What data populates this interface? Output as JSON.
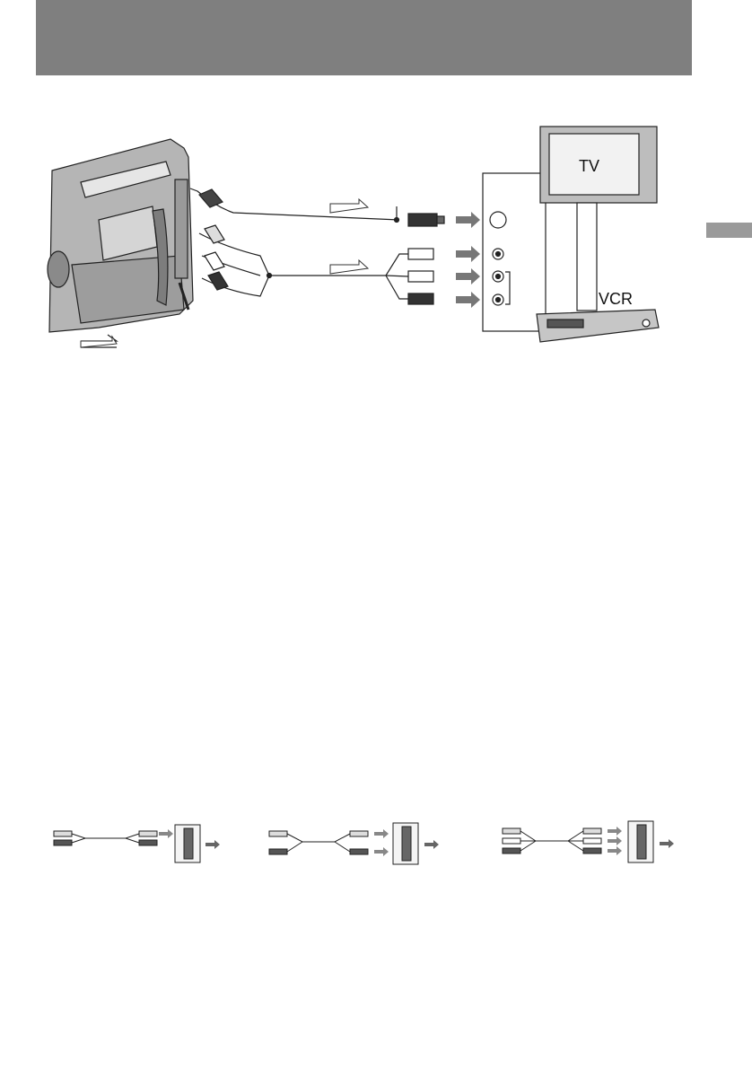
{
  "header": {
    "background": "#7f7f7f"
  },
  "side_tab": {
    "background": "#9a9a9a"
  },
  "diagram": {
    "tv_label": "TV",
    "vcr_label": "VCR",
    "icons": [
      "camcorder-icon",
      "s-video-plug-icon",
      "rca-plug-icon",
      "tv-icon",
      "vcr-icon",
      "signal-arrow-icon"
    ]
  },
  "cable_figures": [
    {
      "name": "two-plug-scart-adapter",
      "plugs": 2
    },
    {
      "name": "two-plug-scart-adapter-alt",
      "plugs": 2
    },
    {
      "name": "three-plug-scart-adapter",
      "plugs": 3
    }
  ]
}
